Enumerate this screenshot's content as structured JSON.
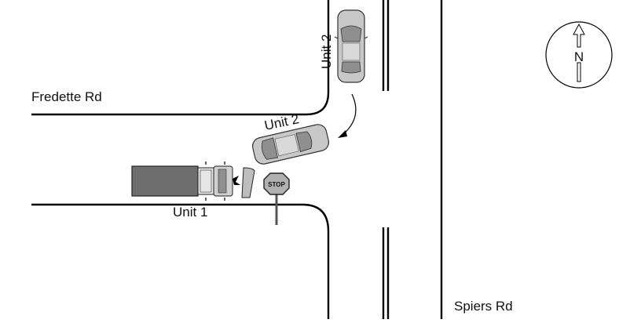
{
  "labels": {
    "road_west": "Fredette Rd",
    "road_north_south": "Spiers Rd",
    "unit1": "Unit 1",
    "unit2_north": "Unit 2",
    "unit2_turn": "Unit 2",
    "stop_sign": "STOP",
    "north_arrow": "N"
  },
  "colors": {
    "road_line": "#000000",
    "car_body": "#c8c8c8",
    "car_window": "#8f8f8f",
    "truck_body": "#6e6e6e",
    "stop_sign": "#b0b0b0"
  },
  "icons": {
    "north": "north-arrow-icon",
    "stop": "stop-sign-icon",
    "turn": "curved-arrow-icon"
  }
}
